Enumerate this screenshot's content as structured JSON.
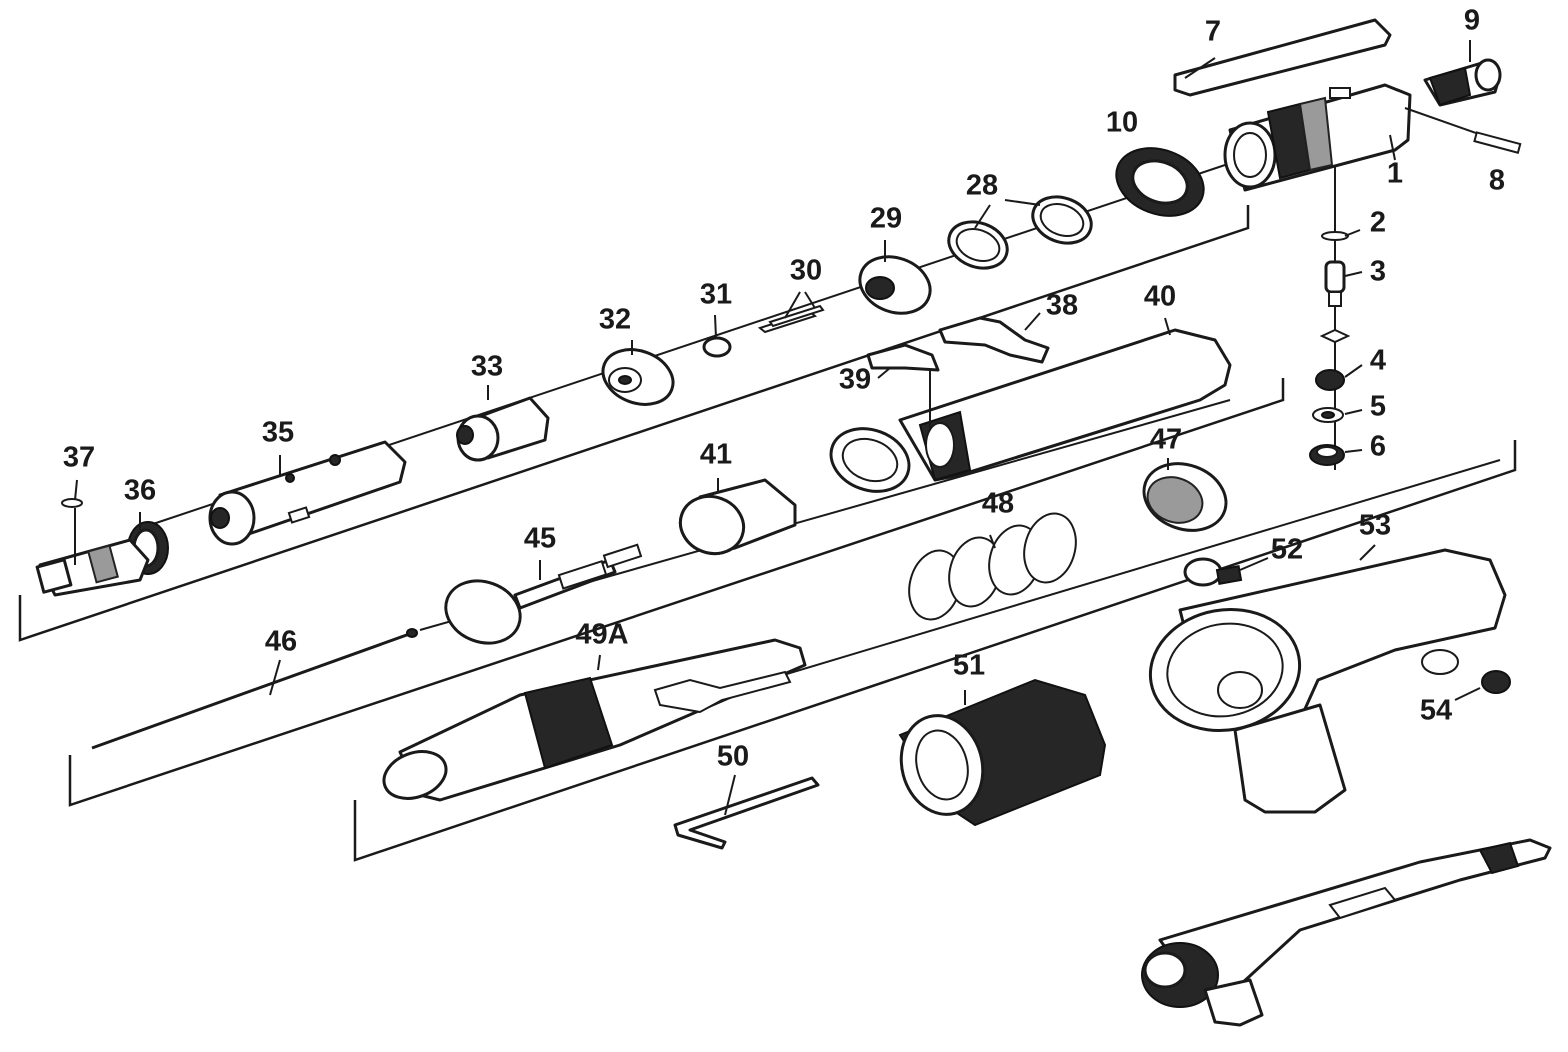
{
  "callouts": {
    "p1": "1",
    "p2": "2",
    "p3": "3",
    "p4": "4",
    "p5": "5",
    "p6": "6",
    "p7": "7",
    "p8": "8",
    "p9": "9",
    "p10": "10",
    "p28": "28",
    "p29": "29",
    "p30": "30",
    "p31": "31",
    "p32": "32",
    "p33": "33",
    "p35": "35",
    "p36": "36",
    "p37": "37",
    "p38": "38",
    "p39": "39",
    "p40": "40",
    "p41": "41",
    "p45": "45",
    "p46": "46",
    "p47": "47",
    "p48": "48",
    "p49a": "49A",
    "p50": "50",
    "p51": "51",
    "p52": "52",
    "p53": "53",
    "p54": "54"
  },
  "colors": {
    "line": "#1a1a1a",
    "background": "#ffffff",
    "grip": "#262626"
  }
}
